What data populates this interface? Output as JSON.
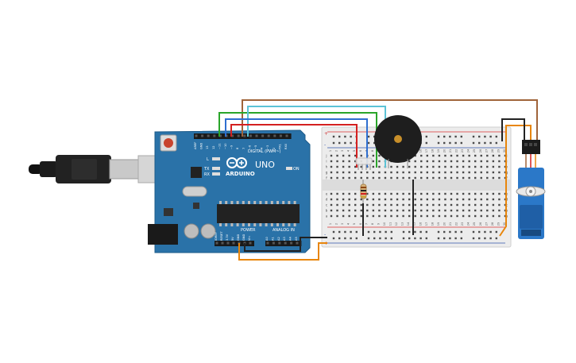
{
  "colors": {
    "board": "#2a72a8",
    "board_dark": "#1f5c8a",
    "breadboard": "#ececec",
    "rail_red": "#d33",
    "rail_blue": "#35a",
    "wire_red": "#d42020",
    "wire_green": "#2aa52a",
    "wire_blue": "#2f6fd0",
    "wire_cyan": "#5cc3d6",
    "wire_brown": "#a0643a",
    "wire_orange": "#e8860c",
    "wire_black": "#222222",
    "servo_blue": "#2b78c8",
    "buzzer": "#1e1e1e"
  },
  "arduino": {
    "brand": "ARDUINO",
    "model": "UNO",
    "digital_label": "DIGITAL (PWM~)",
    "power_label": "POWER",
    "analog_label": "ANALOG IN",
    "on_label": "ON",
    "l_label": "L",
    "tx_label": "TX",
    "rx_label": "RX",
    "digital_pins": [
      "AREF",
      "GND",
      "13",
      "12",
      "~11",
      "~10",
      "~9",
      "8",
      "7",
      "~6",
      "~5",
      "4",
      "~3",
      "2",
      "TX1",
      "RX0"
    ],
    "power_pins": [
      "IOREF",
      "RESET",
      "3.3V",
      "5V",
      "GND",
      "GND",
      "Vin"
    ],
    "analog_pins": [
      "A0",
      "A1",
      "A2",
      "A3",
      "A4",
      "A5"
    ]
  },
  "breadboard": {
    "row_letters_top": [
      "j",
      "i",
      "h",
      "g",
      "f"
    ],
    "row_letters_bottom": [
      "e",
      "d",
      "c",
      "b",
      "a"
    ],
    "columns": [
      "1",
      "2",
      "3",
      "4",
      "5",
      "6",
      "7",
      "8",
      "9",
      "10",
      "11",
      "12",
      "13",
      "14",
      "15",
      "16",
      "17",
      "18",
      "19",
      "20",
      "21",
      "22",
      "23",
      "24",
      "25",
      "26",
      "27",
      "28",
      "29",
      "30"
    ],
    "plus": "+",
    "minus": "-"
  }
}
